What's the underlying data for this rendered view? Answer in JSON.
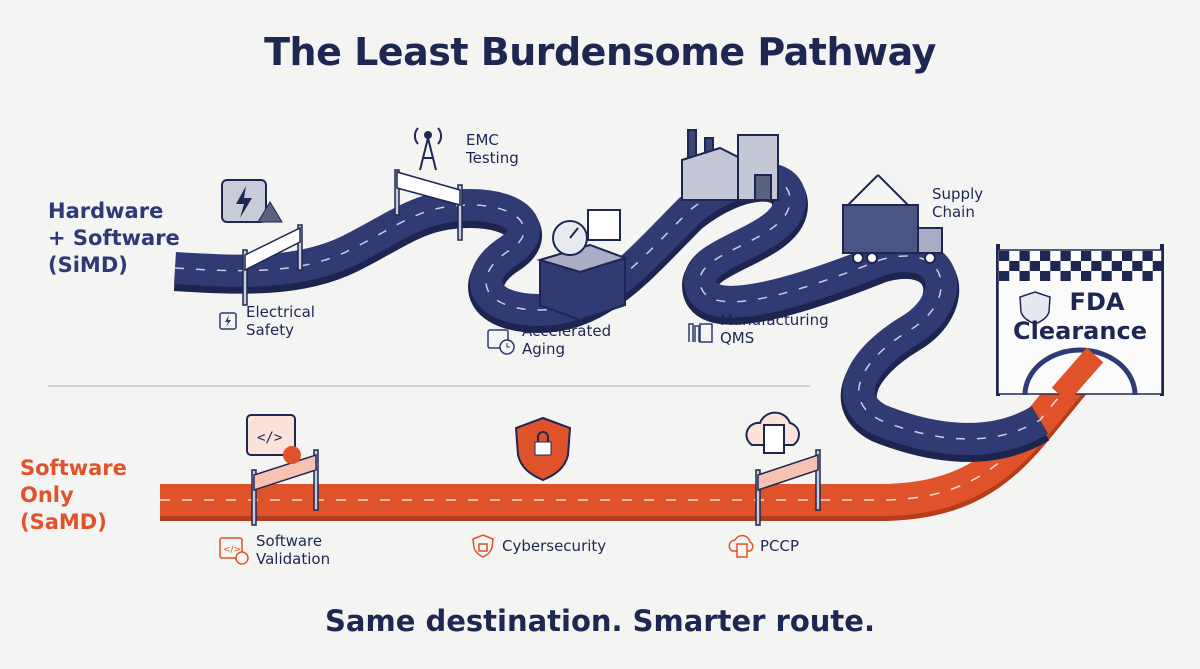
{
  "title": "The Least Burdensome Pathway",
  "lanes": {
    "hardware": {
      "line1": "Hardware",
      "line2": "+ Software",
      "line3": "(SiMD)"
    },
    "software": {
      "line1": "Software",
      "line2": "Only",
      "line3": "(SaMD)"
    }
  },
  "hardware_milestones": [
    {
      "line1": "Electrical",
      "line2": "Safety",
      "icon": "chip-bolt-icon"
    },
    {
      "line1": "EMC",
      "line2": "Testing",
      "icon": "antenna-tower-icon"
    },
    {
      "line1": "Accelerated",
      "line2": "Aging",
      "icon": "calendar-clock-icon"
    },
    {
      "line1": "Manufacturing",
      "line2": "QMS",
      "icon": "factory-icon"
    },
    {
      "line1": "Supply",
      "line2": "Chain",
      "icon": "container-truck-icon"
    }
  ],
  "software_milestones": [
    {
      "line1": "Software",
      "line2": "Validation",
      "icon": "code-window-check-icon"
    },
    {
      "line1": "Cybersecurity",
      "icon": "shield-lock-icon"
    },
    {
      "line1": "PCCP",
      "icon": "cloud-clipboard-icon"
    }
  ],
  "destination": {
    "line1": "FDA",
    "line2": "Clearance",
    "badge": "FDA"
  },
  "tagline": "Same destination. Smarter route.",
  "colors": {
    "navy": "#1e2752",
    "road": "#2f3b72",
    "orange": "#e0532a",
    "background": "#f4f4f3"
  }
}
